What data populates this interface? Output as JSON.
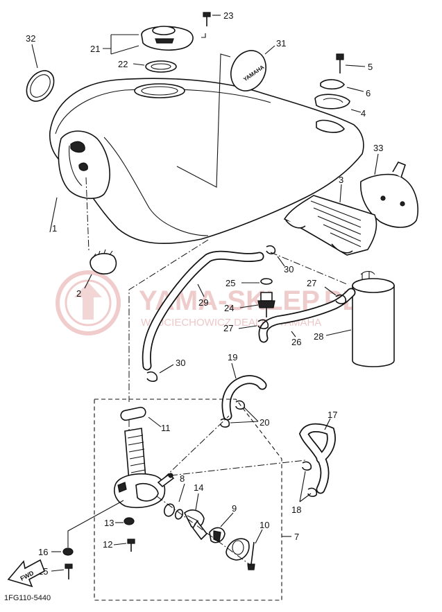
{
  "diagram": {
    "part_number": "1FG110-5440",
    "callouts": [
      "1",
      "2",
      "3",
      "4",
      "5",
      "6",
      "7",
      "8",
      "9",
      "10",
      "11",
      "12",
      "13",
      "14",
      "15",
      "16",
      "17",
      "18",
      "19",
      "20",
      "21",
      "22",
      "23",
      "24",
      "25",
      "26",
      "27",
      "28",
      "29",
      "30",
      "31",
      "32",
      "33"
    ],
    "tank_emblem": "YAMAHA",
    "arrow_label": "FWD"
  },
  "watermark": {
    "brand": "YAMA-SKLEP.PL",
    "subtitle": "WOJCIECHOWICZ DEALER YAMAHA"
  },
  "colors": {
    "line": "#111111",
    "watermark": "#e3a3a3"
  }
}
